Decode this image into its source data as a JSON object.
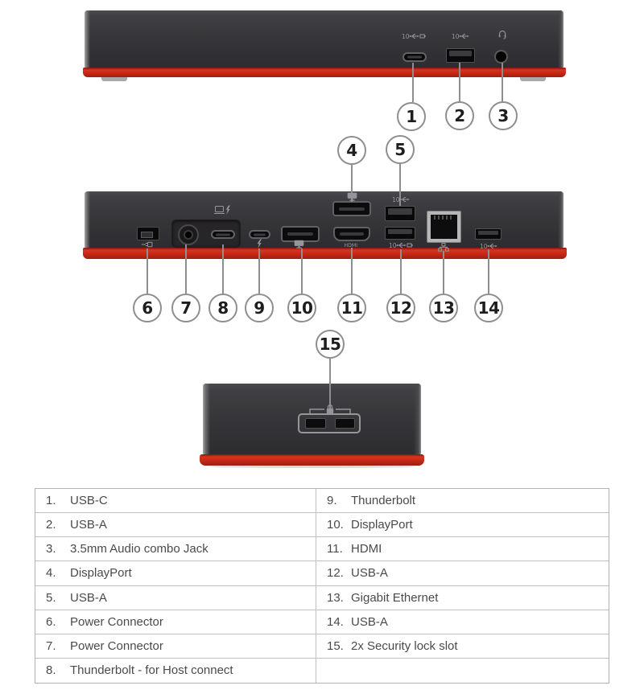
{
  "callout_numbers": [
    "1",
    "2",
    "3",
    "4",
    "5",
    "6",
    "7",
    "8",
    "9",
    "10",
    "11",
    "12",
    "13",
    "14",
    "15"
  ],
  "legend": {
    "left": [
      {
        "num": "1.",
        "label": "USB-C"
      },
      {
        "num": "2.",
        "label": "USB-A"
      },
      {
        "num": "3.",
        "label": "3.5mm Audio combo Jack"
      },
      {
        "num": "4.",
        "label": "DisplayPort"
      },
      {
        "num": "5.",
        "label": "USB-A"
      },
      {
        "num": "6.",
        "label": "Power Connector"
      },
      {
        "num": "7.",
        "label": "Power Connector"
      },
      {
        "num": "8.",
        "label": "Thunderbolt - for Host connect"
      }
    ],
    "right": [
      {
        "num": "9.",
        "label": "Thunderbolt"
      },
      {
        "num": "10.",
        "label": "DisplayPort"
      },
      {
        "num": "11.",
        "label": "HDMI"
      },
      {
        "num": "12.",
        "label": "USB-A"
      },
      {
        "num": "13.",
        "label": "Gigabit Ethernet"
      },
      {
        "num": "14.",
        "label": "USB-A"
      },
      {
        "num": "15.",
        "label": "2x Security lock slot"
      },
      {
        "num": "",
        "label": ""
      }
    ]
  },
  "icons": {
    "usb_speed_label": "10",
    "hdmi_label": "HDMI",
    "usb-10gbps-icon": "10 + usb-trident-arrow",
    "usb-10gbps-charge-icon": "10 + usb-trident-arrow + battery",
    "headset-icon": "headphones-with-mic",
    "host-connect-icon": "laptop + lightning-bolt",
    "thunderbolt-icon": "lightning-bolt",
    "displayport-icon": "monitor",
    "ethernet-icon": "network-nodes",
    "power-icon": "plug",
    "security-lock-icon": "padlock-with-bracket"
  },
  "colors": {
    "dock_body": "#39383a",
    "dock_red_base": "#c52917",
    "callout_line": "#8e8e90",
    "icon_gray": "#96969a",
    "table_border": "#bfbfc1",
    "table_text": "#4a4a4c"
  }
}
